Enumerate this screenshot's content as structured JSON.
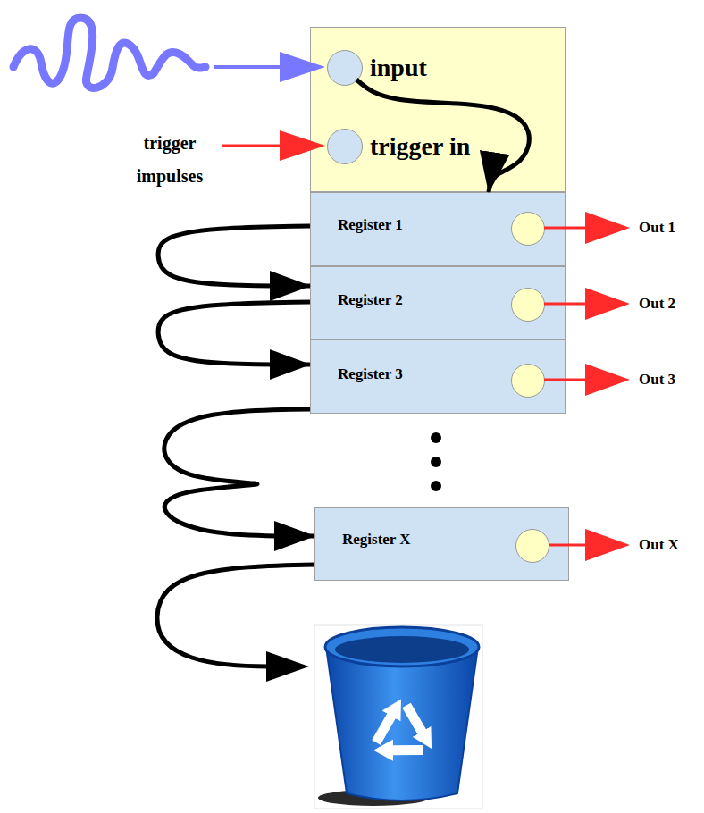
{
  "diagram": {
    "nodes": [
      {
        "text": [
          "input",
          "trigger in"
        ]
      },
      {
        "text": [
          "Register 1"
        ]
      },
      {
        "text": [
          "Register 2"
        ]
      },
      {
        "text": [
          "Register 3"
        ]
      },
      {
        "text": [
          "Register X"
        ]
      }
    ],
    "edges": [
      {
        "from": 0,
        "to": 1,
        "arrow": "to"
      },
      {
        "from": 1,
        "to": 2,
        "arrow": "to"
      },
      {
        "from": 2,
        "to": 3,
        "arrow": "to"
      },
      {
        "from": 3,
        "to": 4,
        "arrow": "to"
      }
    ],
    "labels": [
      "trigger impulses",
      "Out 1",
      "Out 2",
      "Out 3",
      "Out X"
    ]
  }
}
